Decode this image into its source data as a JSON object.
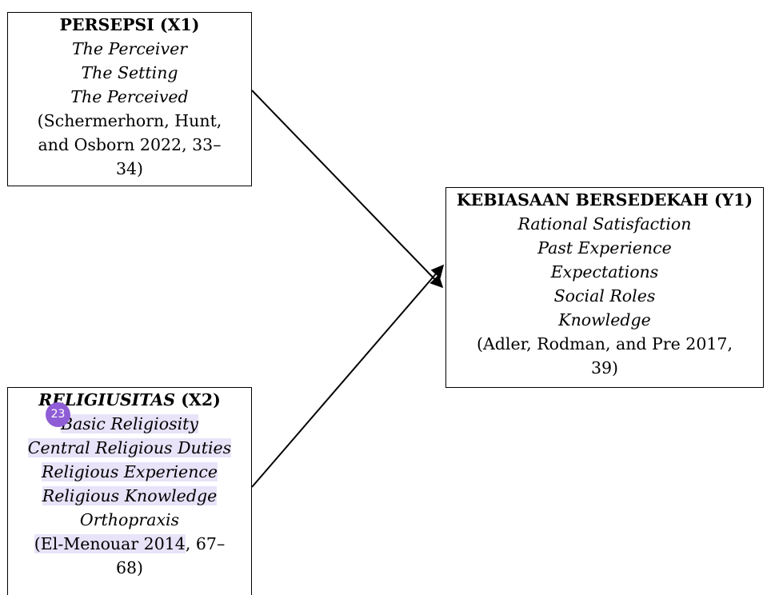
{
  "x1": {
    "title": "PERSEPSI (X1)",
    "indicators": [
      "The Perceiver",
      "The Setting",
      "The Perceived"
    ],
    "citation_lines": [
      "(Schermerhorn, Hunt,",
      "and Osborn 2022, 33–",
      "34)"
    ]
  },
  "x2": {
    "title_italic": "RELIGIUSITAS",
    "title_rest": " (X2)",
    "indicators": [
      "Basic Religiosity",
      "Central Religious Duties",
      "Religious Experience",
      "Religious Knowledge",
      "Orthopraxis"
    ],
    "citation_line1_highlight": "(El-Menouar 2014",
    "citation_line1_rest": ", 67–",
    "citation_line2": "68)"
  },
  "y1": {
    "title": "KEBIASAAN BERSEDEKAH (Y1)",
    "indicators": [
      "Rational Satisfaction",
      "Past Experience",
      "Expectations",
      "Social Roles",
      "Knowledge"
    ],
    "citation_lines": [
      "(Adler, Rodman, and Pre 2017,",
      "39)"
    ]
  },
  "comment_badge": "23",
  "colors": {
    "highlight": "#e8e3f8",
    "badge": "#8f5dd6",
    "line": "#000000"
  }
}
